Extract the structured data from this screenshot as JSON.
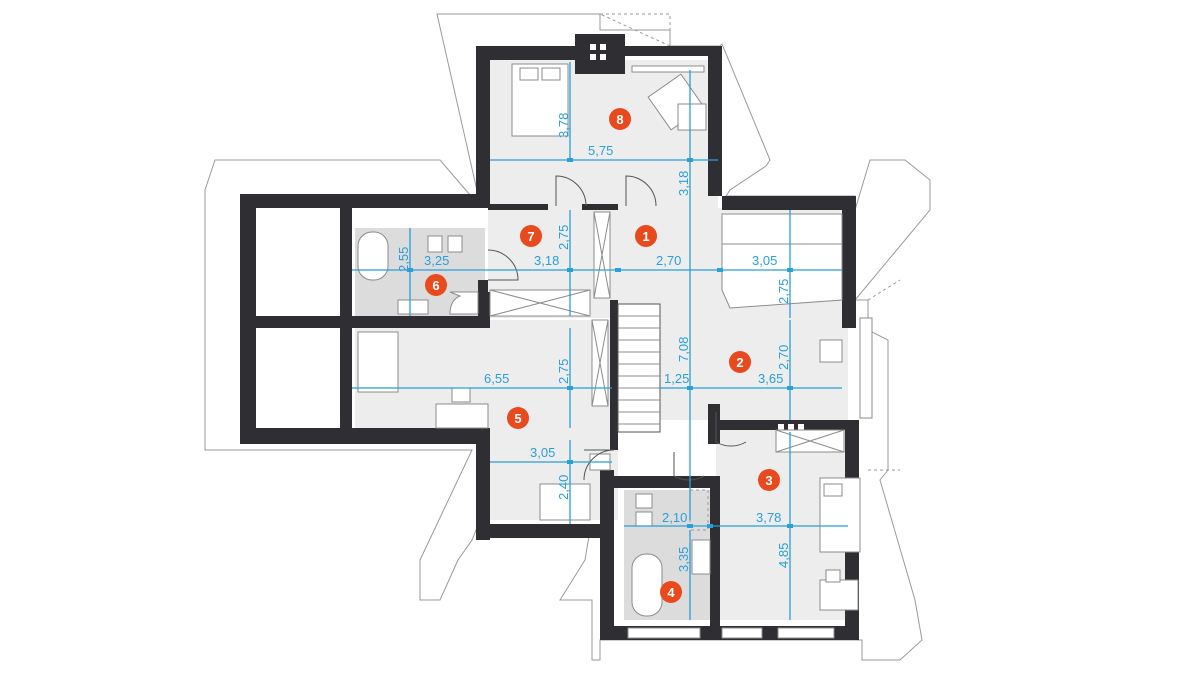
{
  "rooms": [
    {
      "id": "1",
      "color": "#e8491d"
    },
    {
      "id": "2",
      "color": "#e8491d"
    },
    {
      "id": "3",
      "color": "#e8491d"
    },
    {
      "id": "4",
      "color": "#e8491d"
    },
    {
      "id": "5",
      "color": "#e8491d"
    },
    {
      "id": "6",
      "color": "#e8491d"
    },
    {
      "id": "7",
      "color": "#e8491d"
    },
    {
      "id": "8",
      "color": "#e8491d"
    }
  ],
  "dimensions": {
    "room8_height": "3,78",
    "room8_width": "5,75",
    "corridor_top": "3,18",
    "room7_height": "2,75",
    "room6_height": "2,55",
    "room6_width": "3,25",
    "room7_width": "3,18",
    "room1_width": "2,70",
    "room2_top_width": "3,05",
    "room2_upper_height": "2,75",
    "room2_lower_height": "2,70",
    "stair_height": "7,08",
    "room5_height_upper": "2,75",
    "room5_width": "6,55",
    "stair_width": "1,25",
    "room2_width": "3,65",
    "room5_lower_width": "3,05",
    "room5_lower_height": "2,40",
    "room4_width": "2,10",
    "room3_width": "3,78",
    "room4_height": "3,35",
    "room3_height": "4,85"
  },
  "colors": {
    "wall": "#2f2f33",
    "dimension": "#2a9fd8",
    "room_marker": "#e8491d",
    "floor": "#ededed"
  }
}
